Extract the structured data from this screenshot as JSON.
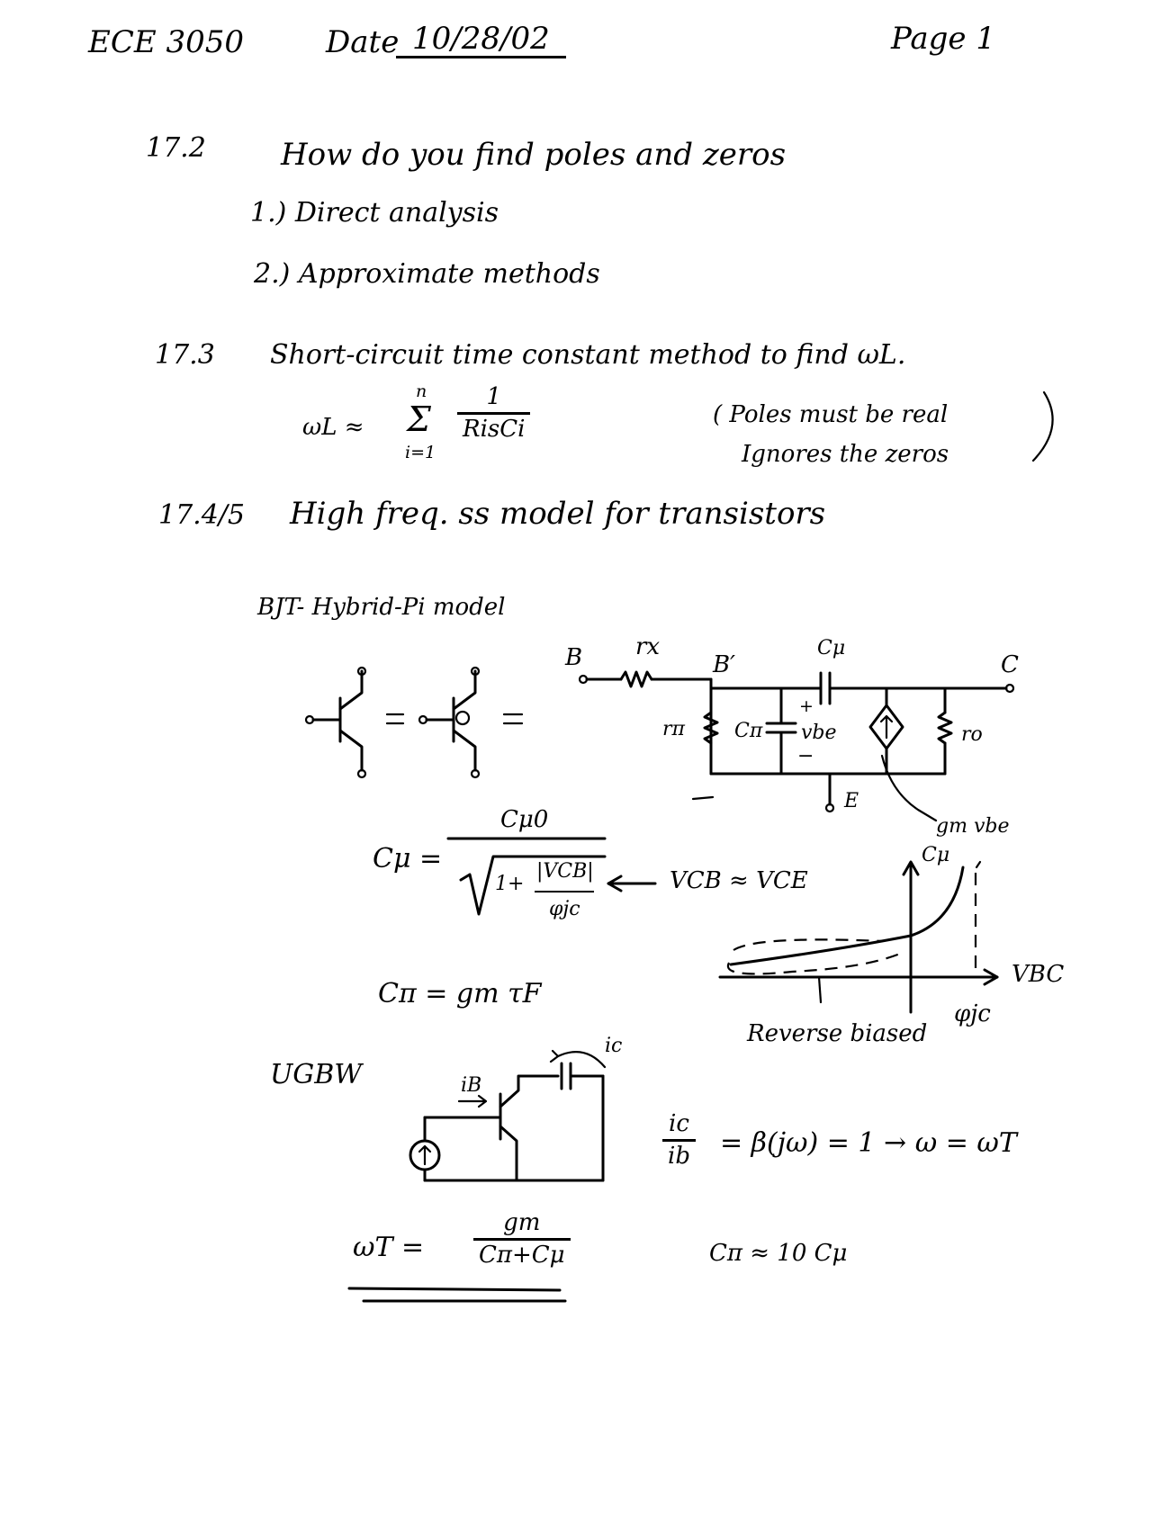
{
  "header": {
    "course": "ECE 3050",
    "date_label": "Date",
    "date": "10/28/02",
    "page": "Page 1"
  },
  "sec_17_2": {
    "number": "17.2",
    "title": "How do you find poles and zeros",
    "items": [
      "1.) Direct analysis",
      "2.) Approximate methods"
    ]
  },
  "sec_17_3": {
    "number": "17.3",
    "title": "Short-circuit time constant method to find ωL.",
    "lhs": "ωL ≈",
    "sum_upper": "n",
    "sum_symbol": "Σ",
    "sum_lower": "i=1",
    "frac_num": "1",
    "frac_den": "RisCi",
    "note_line1": "( Poles must be real",
    "note_line2": "Ignores the zeros"
  },
  "sec_17_4": {
    "number": "17.4/5",
    "title": "High freq. ss model for transistors",
    "subtitle": "BJT- Hybrid-Pi model"
  },
  "circuit": {
    "B": "B",
    "rx": "rx",
    "Bprime": "B′",
    "Cmu": "Cμ",
    "C": "C",
    "rpi": "rπ",
    "Cpi": "Cπ",
    "plus": "+",
    "vbe": "vbe",
    "minus": "−",
    "ro": "ro",
    "E": "E",
    "gmvbe": "gm vbe"
  },
  "cmu_eq": {
    "lhs": "Cμ =",
    "num": "Cμ0",
    "den_prefix": "1+",
    "den_vcb": "|VCB|",
    "den_phi": "φjc",
    "arrow_note": "VCB ≈ VCE"
  },
  "cpi_eq": "Cπ = gm τF",
  "graph": {
    "y_label": "Cμ",
    "x_label": "VBC",
    "phi_label": "φjc",
    "reverse_label": "Reverse biased"
  },
  "ugbw": {
    "label": "UGBW",
    "ib": "iB",
    "ic": "ic",
    "eq_num": "ic",
    "eq_den": "ib",
    "eq_rest": "= β(jω) = 1 → ω = ωT",
    "wt_lhs": "ωT =",
    "wt_num": "gm",
    "wt_den": "Cπ+Cμ",
    "approx": "Cπ ≈ 10 Cμ"
  }
}
